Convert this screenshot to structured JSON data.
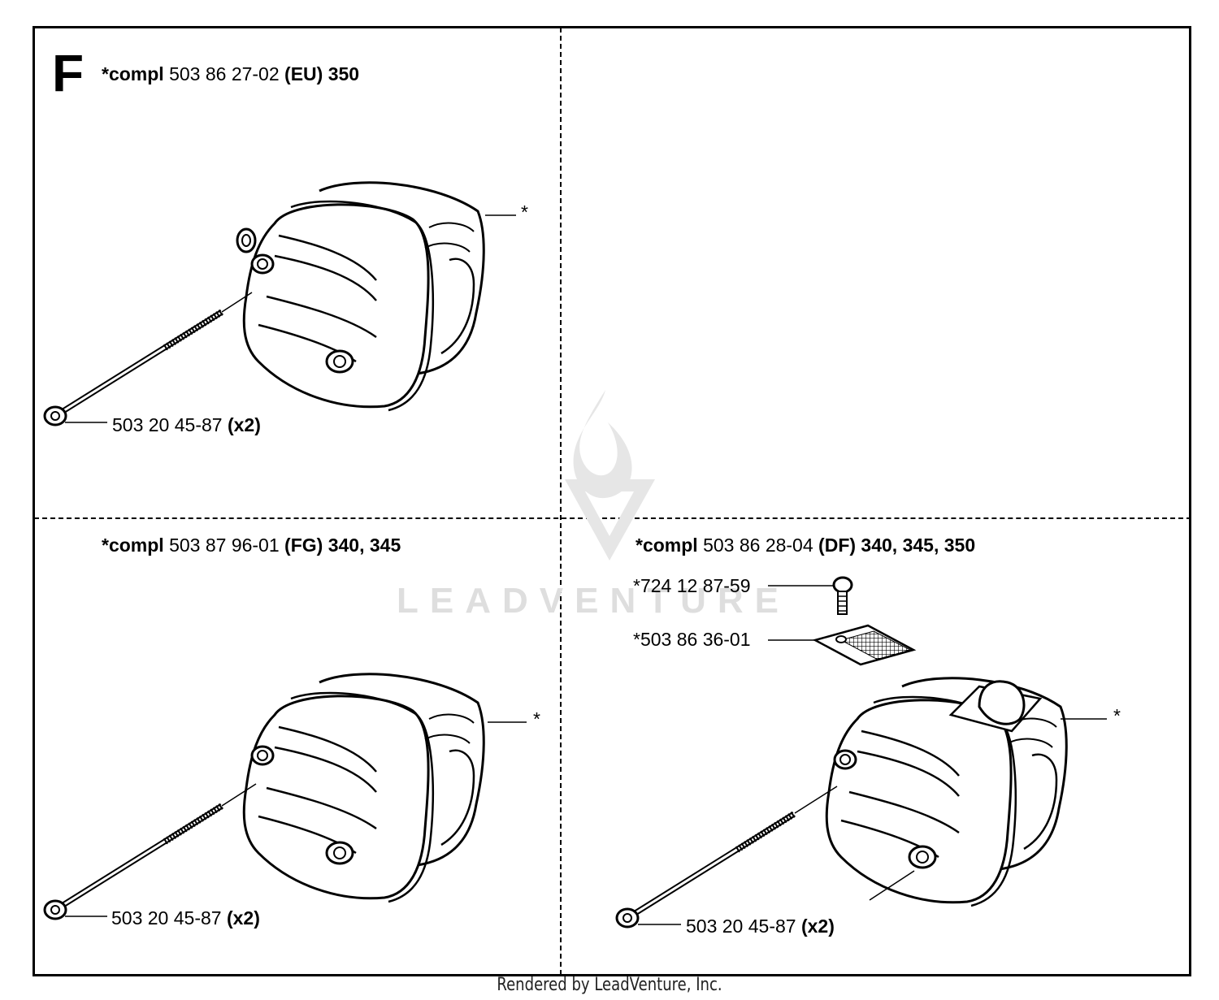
{
  "section": {
    "letter": "F"
  },
  "panels": [
    {
      "heading": {
        "prefix": "*compl",
        "part": "503 86 27-02",
        "variant": "(EU)",
        "models": "350"
      },
      "parts": [
        {
          "code": "503 20 45-87",
          "qty": "(x2)"
        },
        {
          "code": "*",
          "qty": ""
        }
      ]
    },
    {
      "heading": {
        "prefix": "*compl",
        "part": "503 87 96-01",
        "variant": "(FG)",
        "models": "340, 345"
      },
      "parts": [
        {
          "code": "503 20 45-87",
          "qty": "(x2)"
        },
        {
          "code": "*",
          "qty": ""
        }
      ]
    },
    {
      "heading": {
        "prefix": "*compl",
        "part": "503 86 28-04",
        "variant": "(DF)",
        "models": "340, 345, 350"
      },
      "parts": [
        {
          "code": "*724 12 87-59",
          "qty": ""
        },
        {
          "code": "*503 86 36-01",
          "qty": ""
        },
        {
          "code": "503 20 45-87",
          "qty": "(x2)"
        },
        {
          "code": "*",
          "qty": ""
        }
      ]
    }
  ],
  "watermark": {
    "text": "LEADVENTURE"
  },
  "footer": {
    "text": "Rendered by LeadVenture, Inc."
  }
}
